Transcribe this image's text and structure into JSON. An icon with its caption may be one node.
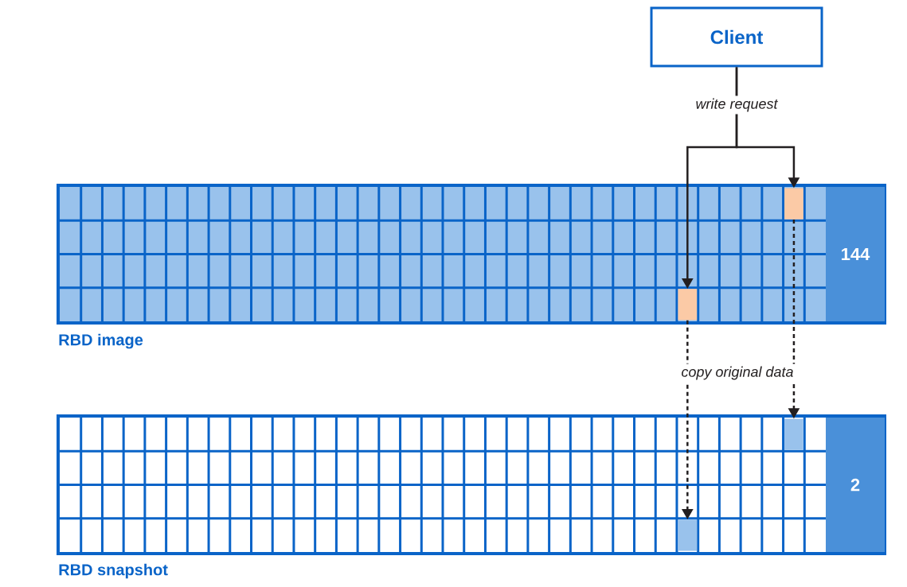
{
  "diagram": {
    "nodes": [
      {
        "text": [
          "Client"
        ]
      },
      {
        "text": [
          "RBD image"
        ]
      },
      {
        "text": [
          "144"
        ],
        "in": 1
      },
      {
        "text": [],
        "shape": "box",
        "in": 1
      },
      {
        "text": [],
        "shape": "box",
        "in": 1
      },
      {
        "text": [
          "RBD snapshot"
        ]
      },
      {
        "text": [
          "2"
        ],
        "in": 5
      },
      {
        "text": [],
        "shape": "box",
        "in": 5
      },
      {
        "text": [],
        "shape": "box",
        "in": 5
      }
    ],
    "edges": [
      {
        "from": 0,
        "to": 3,
        "arrow": "to",
        "label": "write request"
      },
      {
        "from": 0,
        "to": 4,
        "arrow": "to"
      },
      {
        "from": 4,
        "to": 8,
        "arrow": "to",
        "style": "dashed",
        "label": "copy original data"
      },
      {
        "from": 3,
        "to": 7,
        "arrow": "to",
        "style": "dashed"
      }
    ]
  }
}
